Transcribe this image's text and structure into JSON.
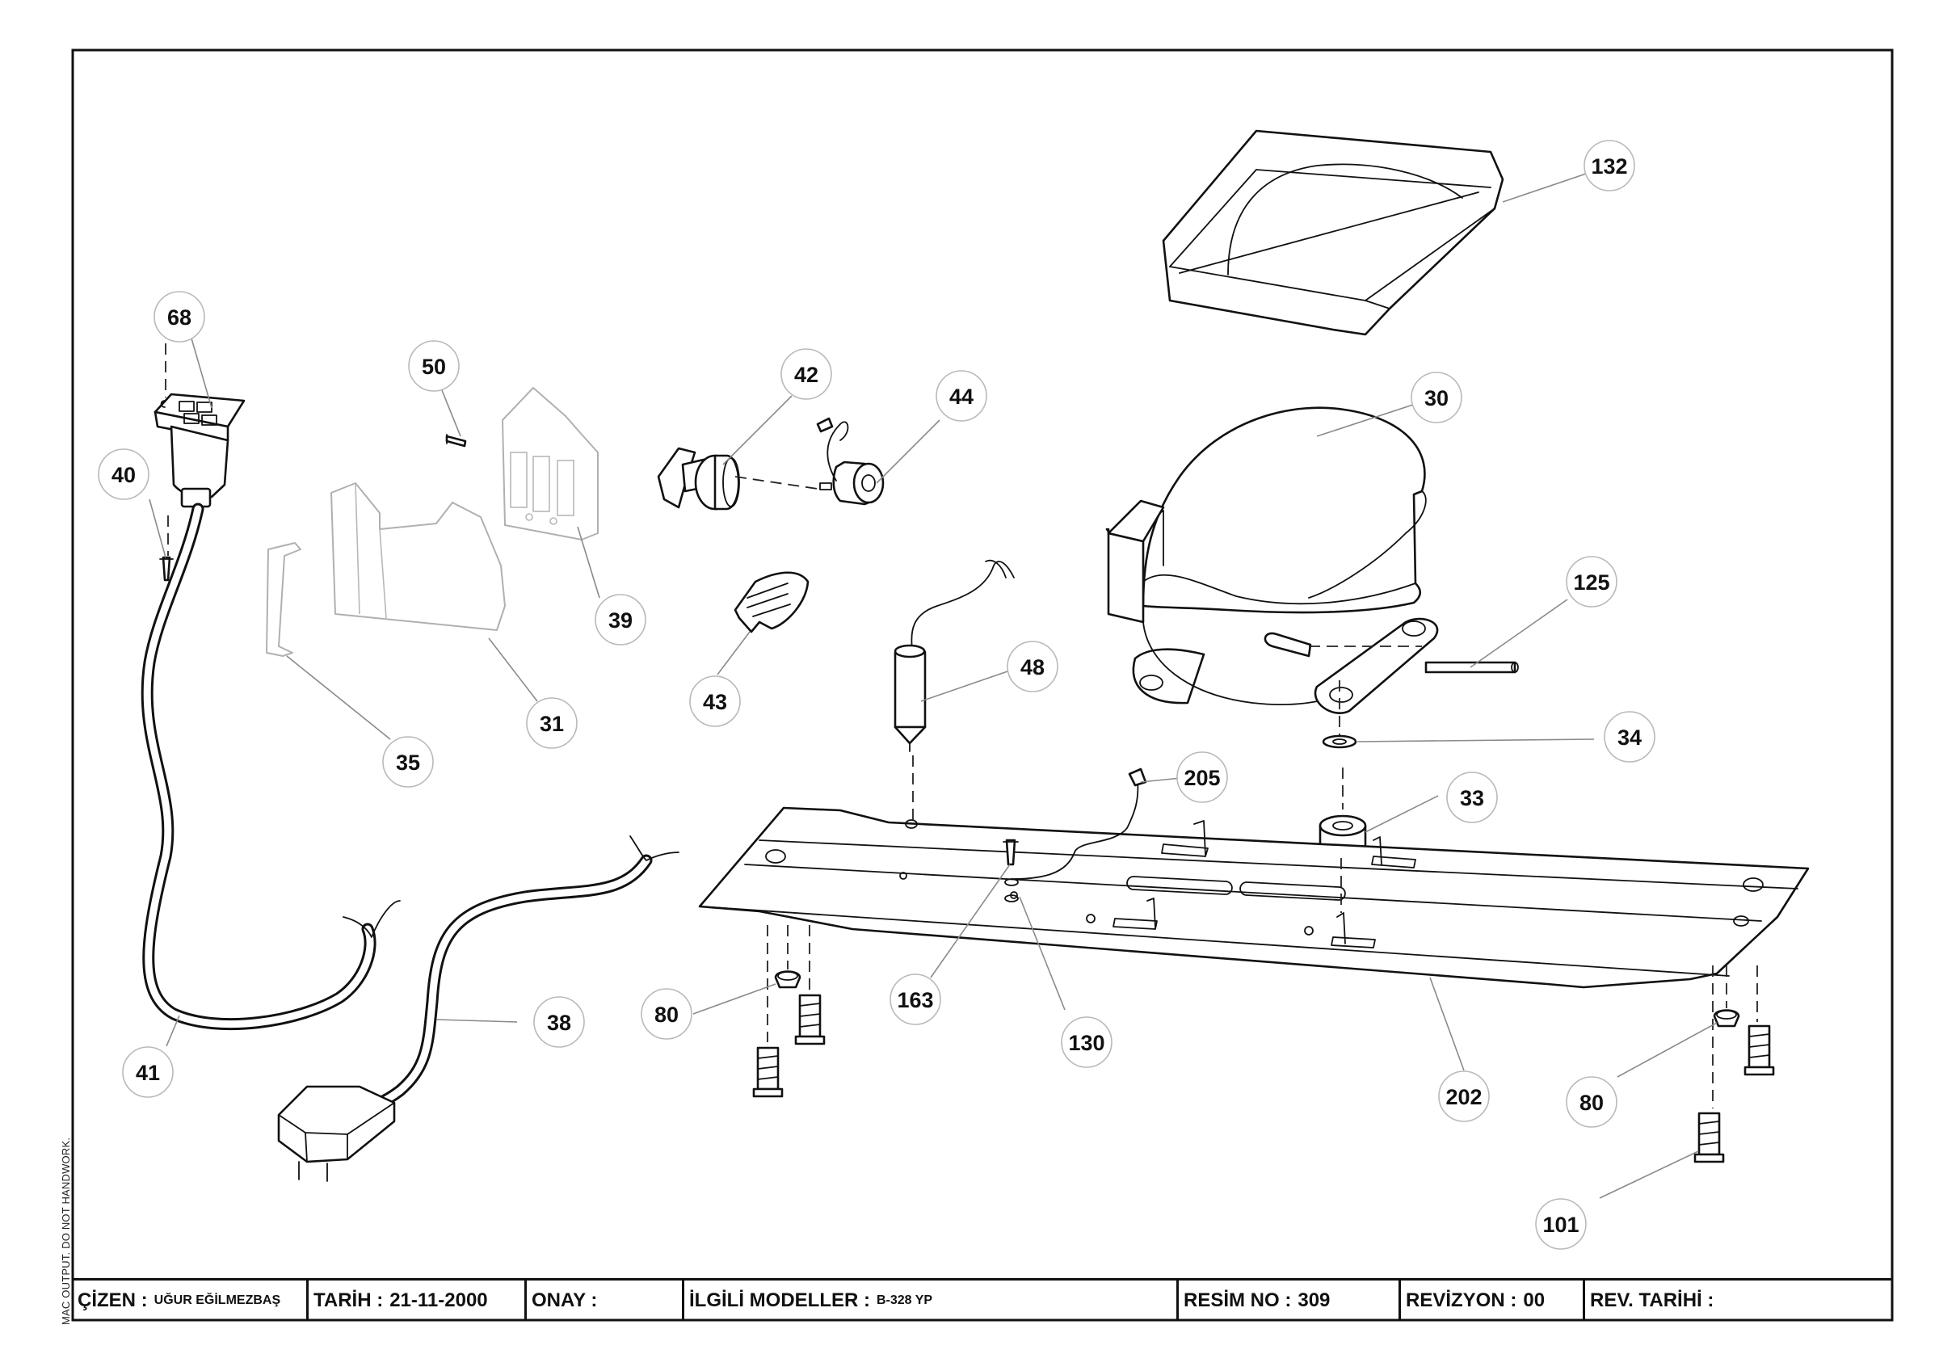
{
  "side_note": "MAC OUTPUT. DO NOT HANDWORK.",
  "title_block": {
    "cizen_label": "ÇİZEN :",
    "cizen_value": "UĞUR EĞİLMEZBAŞ",
    "tarih_label": "TARİH :",
    "tarih_value": "21-11-2000",
    "onay_label": "ONAY :",
    "onay_value": "",
    "modeller_label": "İLGİLİ MODELLER :",
    "modeller_value": "B-328 YP",
    "resim_label": "RESİM NO :",
    "resim_value": "309",
    "revizyon_label": "REVİZYON :",
    "revizyon_value": "00",
    "rev_tarihi_label": "REV. TARİHİ :",
    "rev_tarihi_value": ""
  },
  "callouts": [
    {
      "id": "132",
      "label": "132"
    },
    {
      "id": "68",
      "label": "68"
    },
    {
      "id": "50",
      "label": "50"
    },
    {
      "id": "42",
      "label": "42"
    },
    {
      "id": "44",
      "label": "44"
    },
    {
      "id": "30",
      "label": "30"
    },
    {
      "id": "40",
      "label": "40"
    },
    {
      "id": "39",
      "label": "39"
    },
    {
      "id": "125",
      "label": "125"
    },
    {
      "id": "48",
      "label": "48"
    },
    {
      "id": "43",
      "label": "43"
    },
    {
      "id": "31",
      "label": "31"
    },
    {
      "id": "35",
      "label": "35"
    },
    {
      "id": "34",
      "label": "34"
    },
    {
      "id": "205",
      "label": "205"
    },
    {
      "id": "33",
      "label": "33"
    },
    {
      "id": "38",
      "label": "38"
    },
    {
      "id": "80a",
      "label": "80"
    },
    {
      "id": "163",
      "label": "163"
    },
    {
      "id": "130",
      "label": "130"
    },
    {
      "id": "41",
      "label": "41"
    },
    {
      "id": "202",
      "label": "202"
    },
    {
      "id": "80b",
      "label": "80"
    },
    {
      "id": "101",
      "label": "101"
    }
  ]
}
